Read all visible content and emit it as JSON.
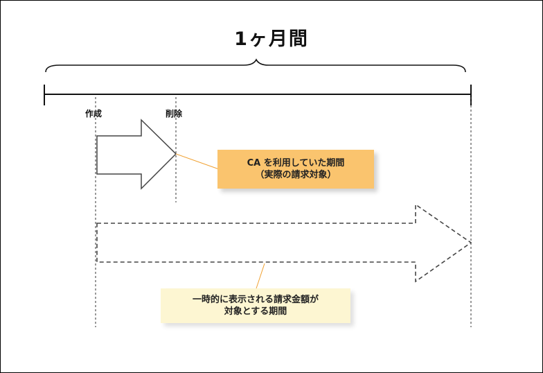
{
  "title": "1ヶ月間",
  "labels": {
    "created": "作成",
    "deleted": "削除"
  },
  "callouts": {
    "usage": {
      "line1": "CA を利用していた期間",
      "line2": "（実際の請求対象）",
      "color": "#fac46e"
    },
    "billing": {
      "line1": "一時的に表示される請求金額が",
      "line2": "対象とする期間",
      "color": "#fdf6d2"
    }
  },
  "colors": {
    "connector": "#f0a030",
    "line": "#333333"
  }
}
